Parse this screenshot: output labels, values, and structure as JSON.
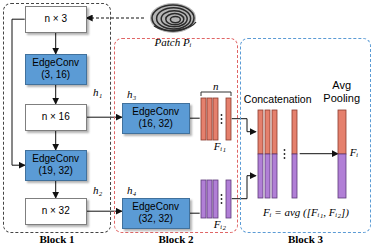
{
  "diagram": {
    "nodes": [
      {
        "text": [
          "Block 1"
        ]
      },
      {
        "text": [
          "n × 3"
        ],
        "in": 0
      },
      {
        "text": [
          "EdgeConv (3, 16)"
        ],
        "in": 0
      },
      {
        "text": [
          "n × 16"
        ],
        "in": 0
      },
      {
        "text": [
          "EdgeConv (19, 32)"
        ],
        "in": 0
      },
      {
        "text": [
          "n × 32"
        ],
        "in": 0
      },
      {
        "text": [
          "Patch Pᵢ"
        ]
      },
      {
        "text": [
          "Block 2"
        ]
      },
      {
        "text": [
          "EdgeConv (16, 32)"
        ],
        "in": 7
      },
      {
        "text": [
          "n",
          "Fᵢ₁"
        ],
        "in": 7
      },
      {
        "text": [
          "EdgeConv (32, 32)"
        ],
        "in": 7
      },
      {
        "text": [
          "Fᵢ₂"
        ],
        "in": 7
      },
      {
        "text": [
          "Block 3"
        ]
      },
      {
        "text": [
          "Concatenation"
        ],
        "in": 12
      },
      {
        "text": [
          "Avg Pooling",
          "Fᵢ"
        ],
        "in": 12
      }
    ],
    "edges": [
      {
        "from": 6,
        "to": 1,
        "arrow": "to"
      },
      {
        "from": 1,
        "to": 2,
        "arrow": "to"
      },
      {
        "from": 2,
        "to": 3,
        "arrow": "to",
        "label": "h₁"
      },
      {
        "from": 3,
        "to": 4,
        "arrow": "to"
      },
      {
        "from": 1,
        "to": 4,
        "arrow": "to"
      },
      {
        "from": 4,
        "to": 5,
        "arrow": "to",
        "label": "h₂"
      },
      {
        "from": 3,
        "to": 8,
        "arrow": "to",
        "label": "h₃"
      },
      {
        "from": 5,
        "to": 10,
        "arrow": "to",
        "label": "h₄"
      },
      {
        "from": 8,
        "to": 9,
        "arrow": "none"
      },
      {
        "from": 10,
        "to": 11,
        "arrow": "none"
      },
      {
        "from": 9,
        "to": 13,
        "arrow": "to"
      },
      {
        "from": 11,
        "to": 13,
        "arrow": "to"
      },
      {
        "from": 13,
        "to": 14,
        "arrow": "to"
      }
    ],
    "labels": [
      "Fᵢ = avg ([Fᵢ₁, Fᵢ₂])"
    ]
  }
}
